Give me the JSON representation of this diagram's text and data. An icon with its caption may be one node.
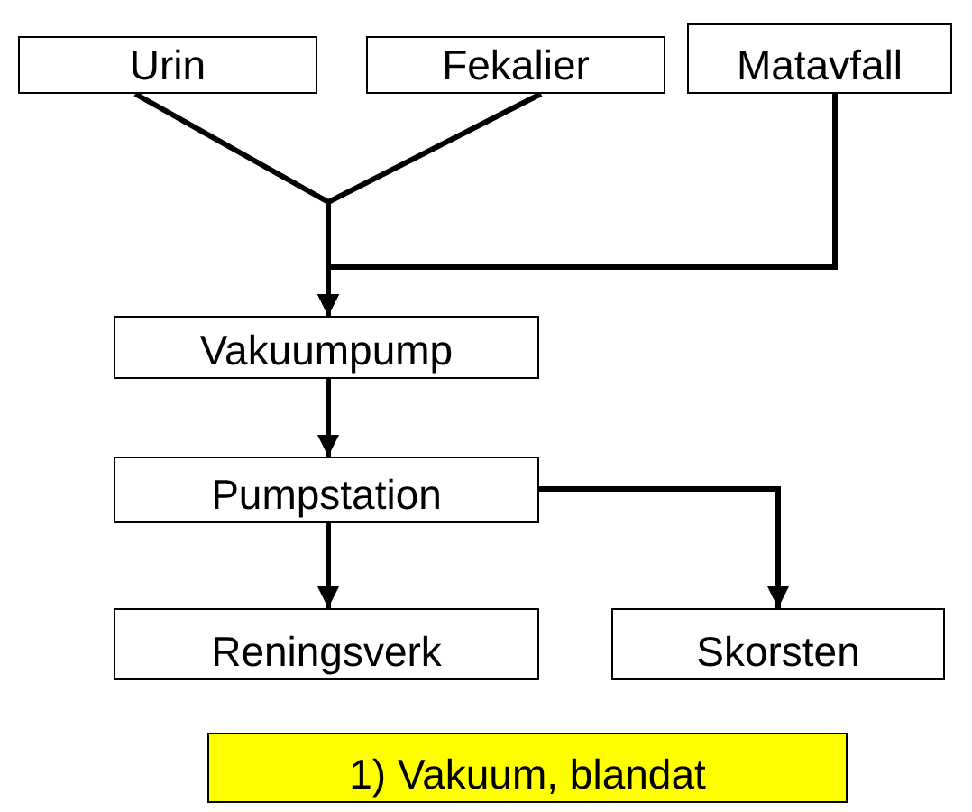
{
  "diagram": {
    "nodes": [
      {
        "text": [
          "Urin"
        ]
      },
      {
        "text": [
          "Fekalier"
        ]
      },
      {
        "text": [
          "Matavfall"
        ]
      },
      {
        "text": [
          "Vakuumpump"
        ]
      },
      {
        "text": [
          "Pumpstation"
        ]
      },
      {
        "text": [
          "Reningsverk"
        ]
      },
      {
        "text": [
          "Skorsten"
        ]
      },
      {
        "text": [
          "1) Vakuum, blandat"
        ]
      }
    ],
    "edges": [
      {
        "from": 0,
        "to": 3,
        "arrow": "to"
      },
      {
        "from": 1,
        "to": 3,
        "arrow": "to"
      },
      {
        "from": 2,
        "to": 3,
        "arrow": "to"
      },
      {
        "from": 3,
        "to": 4,
        "arrow": "to"
      },
      {
        "from": 4,
        "to": 5,
        "arrow": "to"
      },
      {
        "from": 4,
        "to": 6,
        "arrow": "to"
      }
    ]
  }
}
